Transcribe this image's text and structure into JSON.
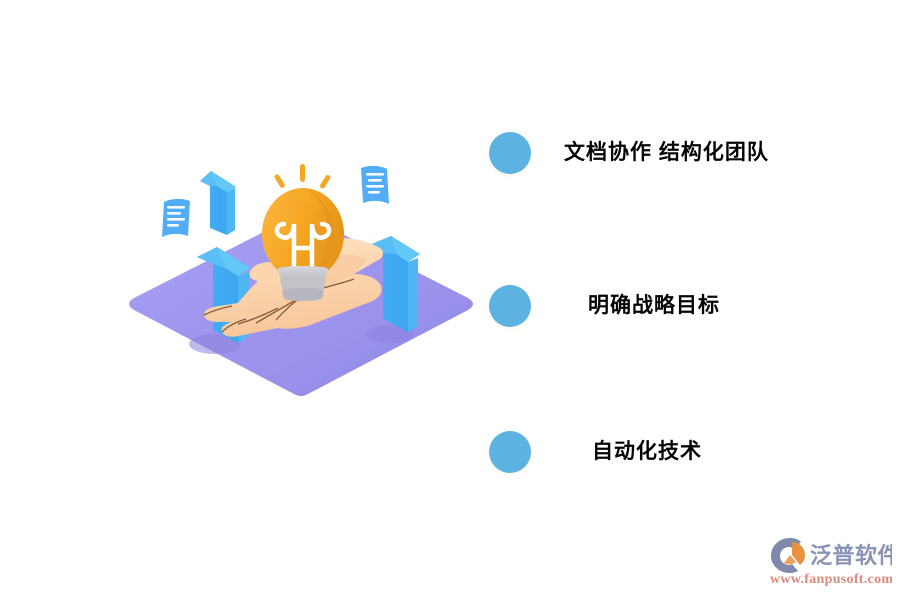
{
  "background_color": "#ffffff",
  "bullet_list": {
    "dot_color": "#5cb2e0",
    "text_color": "#050505",
    "items": [
      {
        "label": "文档协作  结构化团队",
        "dot_icon": "filled-circle-icon"
      },
      {
        "label": "明确战略目标",
        "dot_icon": "filled-circle-icon"
      },
      {
        "label": "自动化技术",
        "dot_icon": "filled-circle-icon"
      }
    ]
  },
  "illustration": {
    "name": "hand-holding-lightbulb-illustration",
    "platform_color": "#9b93ec",
    "platform_color_light": "#a79ff3",
    "bulb_color": "#f5a623",
    "bulb_color_light": "#fbb03b",
    "bulb_base_color": "#c9c9cf",
    "arrow_color": "#3eaaf5",
    "arrow_color_light": "#5cc3f7",
    "hand_color": "#fbd4ab",
    "hand_color_light": "#fde2c4",
    "document_color": "#4aa9f5",
    "elements": [
      "isometric-platform",
      "arrow-up-left-small",
      "arrow-up-left-large",
      "arrow-up-right",
      "lightbulb",
      "lightbulb-rays",
      "open-hand",
      "document-left",
      "document-right"
    ]
  },
  "watermark": {
    "brand_name": "泛普软件",
    "url": "www.fanpusoft.com",
    "brand_color": "#8a93b5",
    "url_color": "#d98a7e",
    "mark_color": "#7d8aac",
    "mark_accent_color": "#e8923f"
  }
}
